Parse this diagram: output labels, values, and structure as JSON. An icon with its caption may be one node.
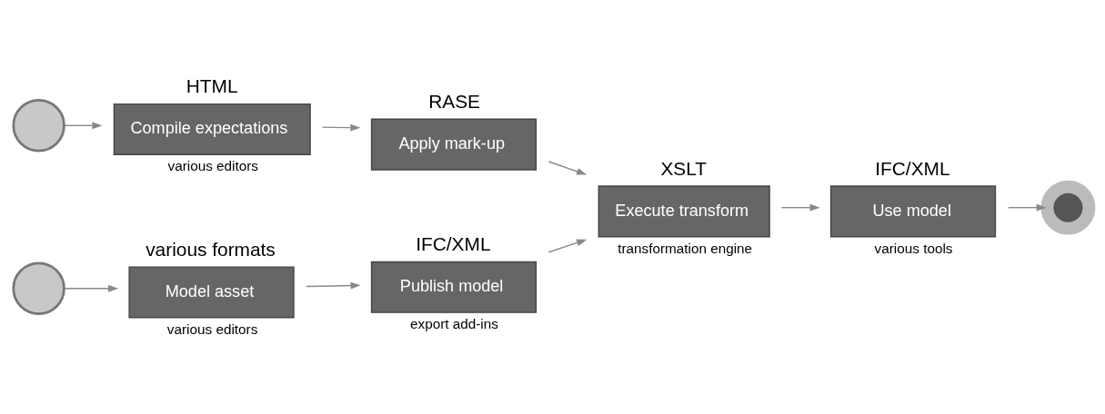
{
  "diagram": {
    "nodes": [
      {
        "text": [],
        "shape": "circle"
      },
      {
        "text": [
          "HTML",
          "Compile expectations"
        ],
        "beside": [
          "various editors"
        ]
      },
      {
        "text": [
          "RASE",
          "Apply mark-up"
        ]
      },
      {
        "text": [],
        "shape": "circle"
      },
      {
        "text": [
          "various formats",
          "Model asset"
        ],
        "beside": [
          "various editors"
        ]
      },
      {
        "text": [
          "IFC/XML",
          "Publish model"
        ],
        "beside": [
          "export add-ins"
        ]
      },
      {
        "text": [
          "XSLT",
          "Execute transform"
        ],
        "beside": [
          "transformation engine"
        ]
      },
      {
        "text": [
          "IFC/XML",
          "Use model"
        ],
        "beside": [
          "various tools"
        ]
      },
      {
        "text": [],
        "shape": "circle"
      }
    ],
    "edges": [
      {
        "from": 0,
        "to": 1,
        "arrow": "to"
      },
      {
        "from": 1,
        "to": 2,
        "arrow": "to"
      },
      {
        "from": 3,
        "to": 4,
        "arrow": "to"
      },
      {
        "from": 4,
        "to": 5,
        "arrow": "to"
      },
      {
        "from": 2,
        "to": 6,
        "arrow": "to"
      },
      {
        "from": 5,
        "to": 6,
        "arrow": "to"
      },
      {
        "from": 6,
        "to": 7,
        "arrow": "to"
      },
      {
        "from": 7,
        "to": 8,
        "arrow": "to"
      }
    ]
  }
}
